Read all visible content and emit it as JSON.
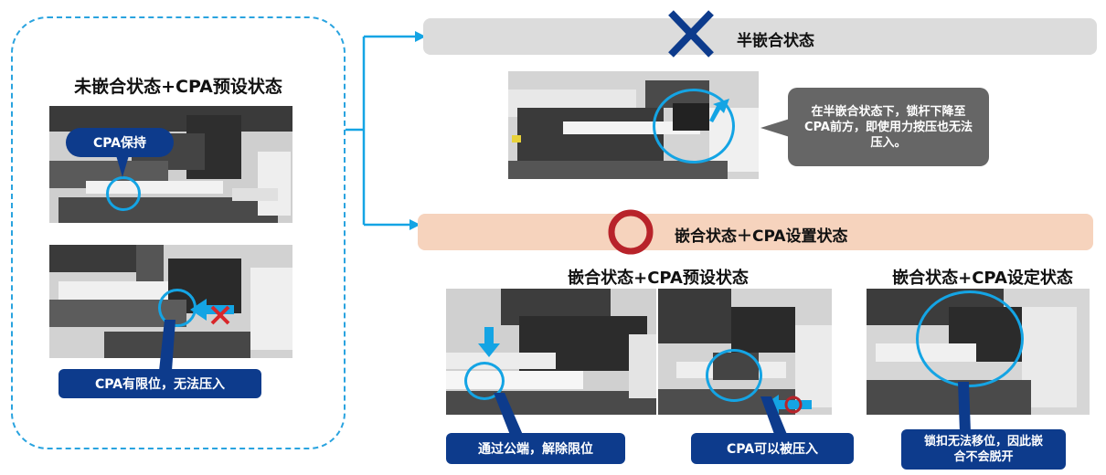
{
  "left_panel": {
    "title": "未嵌合状态+CPA预设状态",
    "cpa_hold_label": "CPA保持",
    "limit_label": "CPA有限位，无法压入"
  },
  "half_mated": {
    "title": "半嵌合状态",
    "note": "在半嵌合状态下，锁杆下降至CPA前方，即使用力按压也无法压入。"
  },
  "mated": {
    "title": "嵌合状态＋CPA设置状态",
    "preset_title": "嵌合状态+CPA预设状态",
    "set_title": "嵌合状态+CPA设定状态",
    "label_release": "通过公端，解除限位",
    "label_press": "CPA可以被压入",
    "label_lock": "锁扣无法移位，因此嵌合不会脱开"
  },
  "colors": {
    "accent_blue": "#14a4e4",
    "navy": "#0d3b8c",
    "ng_cross": "#0d3b8c",
    "ok_circle": "#b8232a",
    "gray_banner": "#dcdcdc",
    "peach_banner": "#f6d3bd",
    "callout_gray": "#666666"
  }
}
